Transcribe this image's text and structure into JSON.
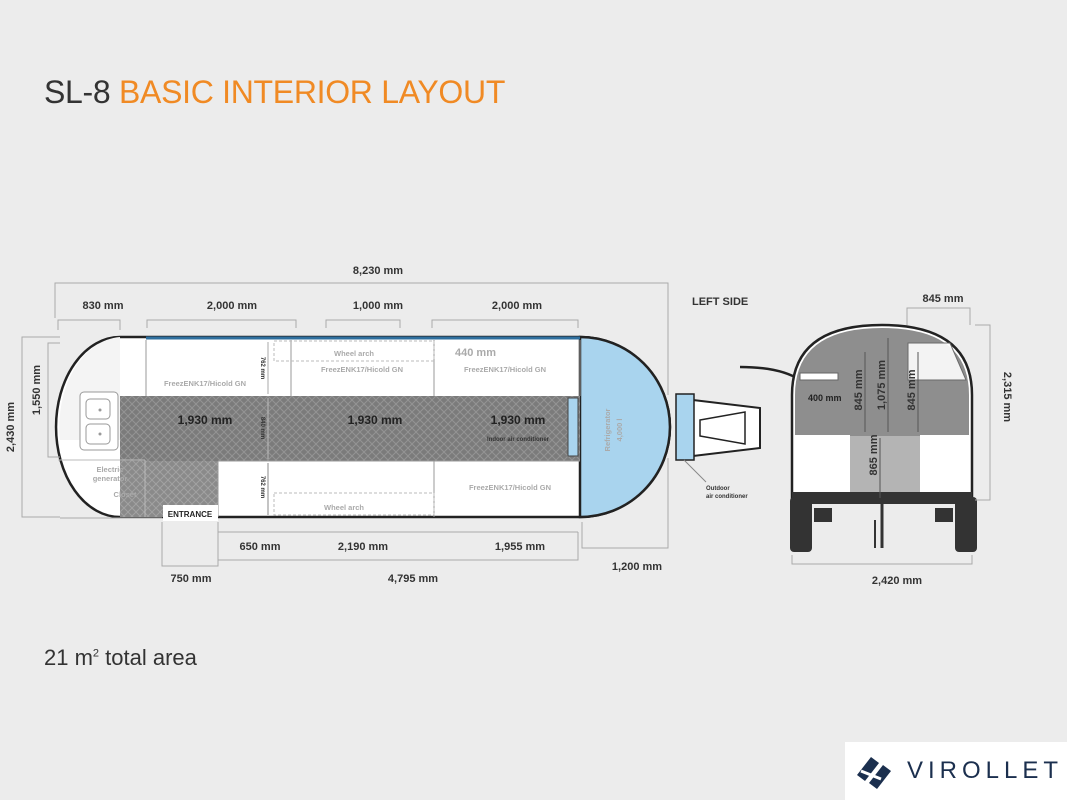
{
  "header": {
    "model": "SL-8",
    "title_rest": "BASIC INTERIOR LAYOUT"
  },
  "footer": {
    "area_value": "21 m",
    "area_sup": "2",
    "area_rest": "total area"
  },
  "brand": {
    "name": "VIROLLET",
    "color": "#1b2f4e"
  },
  "colors": {
    "accent": "#f08a24",
    "refrigerator": "#a9d4ee",
    "top_wall": "#2f6f9e"
  },
  "plan": {
    "dims": {
      "total_length": "8,230 mm",
      "front": "830 mm",
      "seg1": "2,000 mm",
      "seg2": "1,000 mm",
      "seg3": "2,000 mm",
      "height_total": "2,430 mm",
      "height_inner": "1,550 mm",
      "aisle1": "1,930 mm",
      "aisle2": "1,930 mm",
      "aisle3": "1,930 mm",
      "table_depth": "440 mm",
      "entrance_width": "650 mm",
      "mid_bottom": "2,190 mm",
      "right_bottom": "1,955 mm",
      "entrance_offset": "750 mm",
      "bottom_length": "4,795 mm",
      "hitch": "1,200 mm",
      "small_762_top": "762 mm",
      "small_840": "840 mm",
      "small_762_bottom": "762 mm"
    },
    "labels": {
      "wheel_arch_top": "Wheel arch",
      "wheel_arch_bottom": "Wheel arch",
      "freez1": "FreezENK17/Hicold GN",
      "freez2": "FreezENK17/Hicold GN",
      "freez3": "FreezENK17/Hicold GN",
      "freez4": "FreezENK17/Hicold GN",
      "indoor_ac": "Indoor air conditioner",
      "refrigerator": "Refrigerator",
      "refrigerator_cap": "4,000 l",
      "generator_1": "Electric",
      "generator_2": "generator",
      "closet": "Closet",
      "entrance": "ENTRANCE",
      "outdoor_ac_1": "Outdoor",
      "outdoor_ac_2": "air conditioner"
    }
  },
  "side": {
    "title": "LEFT SIDE",
    "dims": {
      "top": "845 mm",
      "left": "400 mm",
      "v1": "845 mm",
      "v2": "1,075 mm",
      "v3": "845 mm",
      "v4": "865 mm",
      "height": "2,315 mm",
      "width": "2,420 mm"
    }
  }
}
